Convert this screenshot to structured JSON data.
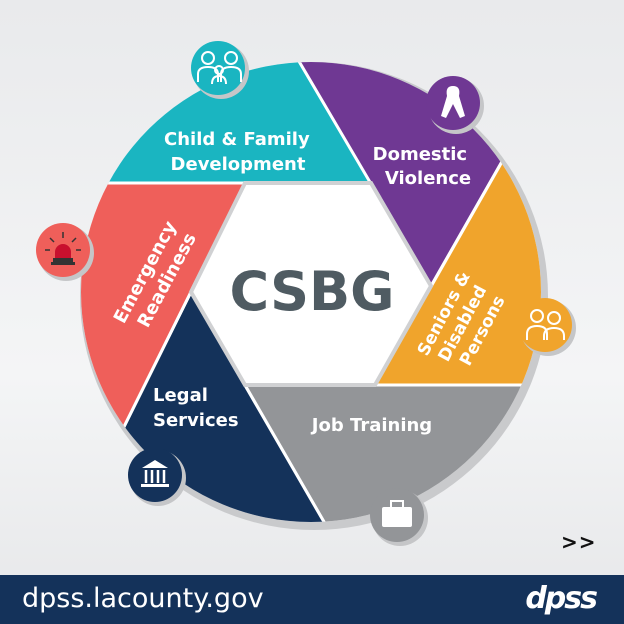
{
  "center_title": "CSBG",
  "segments": [
    {
      "label_lines": [
        "Child & Family",
        "Development"
      ],
      "color": "#1ab5c1",
      "icon": "family-icon"
    },
    {
      "label_lines": [
        "Domestic",
        "Violence"
      ],
      "color": "#6f3893",
      "icon": "awareness-ribbon-icon"
    },
    {
      "label_lines": [
        "Seniors &",
        "Disabled",
        "Persons"
      ],
      "color": "#f0a42c",
      "icon": "seniors-couple-icon"
    },
    {
      "label_lines": [
        "Job Training"
      ],
      "color": "#939598",
      "icon": "briefcase-icon"
    },
    {
      "label_lines": [
        "Legal",
        "Services"
      ],
      "color": "#14325a",
      "icon": "courthouse-icon"
    },
    {
      "label_lines": [
        "Emergency",
        "Readiness"
      ],
      "color": "#ef5f5a",
      "icon": "emergency-siren-icon"
    }
  ],
  "next_label": ">>",
  "footer": {
    "url": "dpss.lacounty.gov",
    "logo": "dpss",
    "background": "#14325a"
  },
  "center_color": "#4f5b62"
}
